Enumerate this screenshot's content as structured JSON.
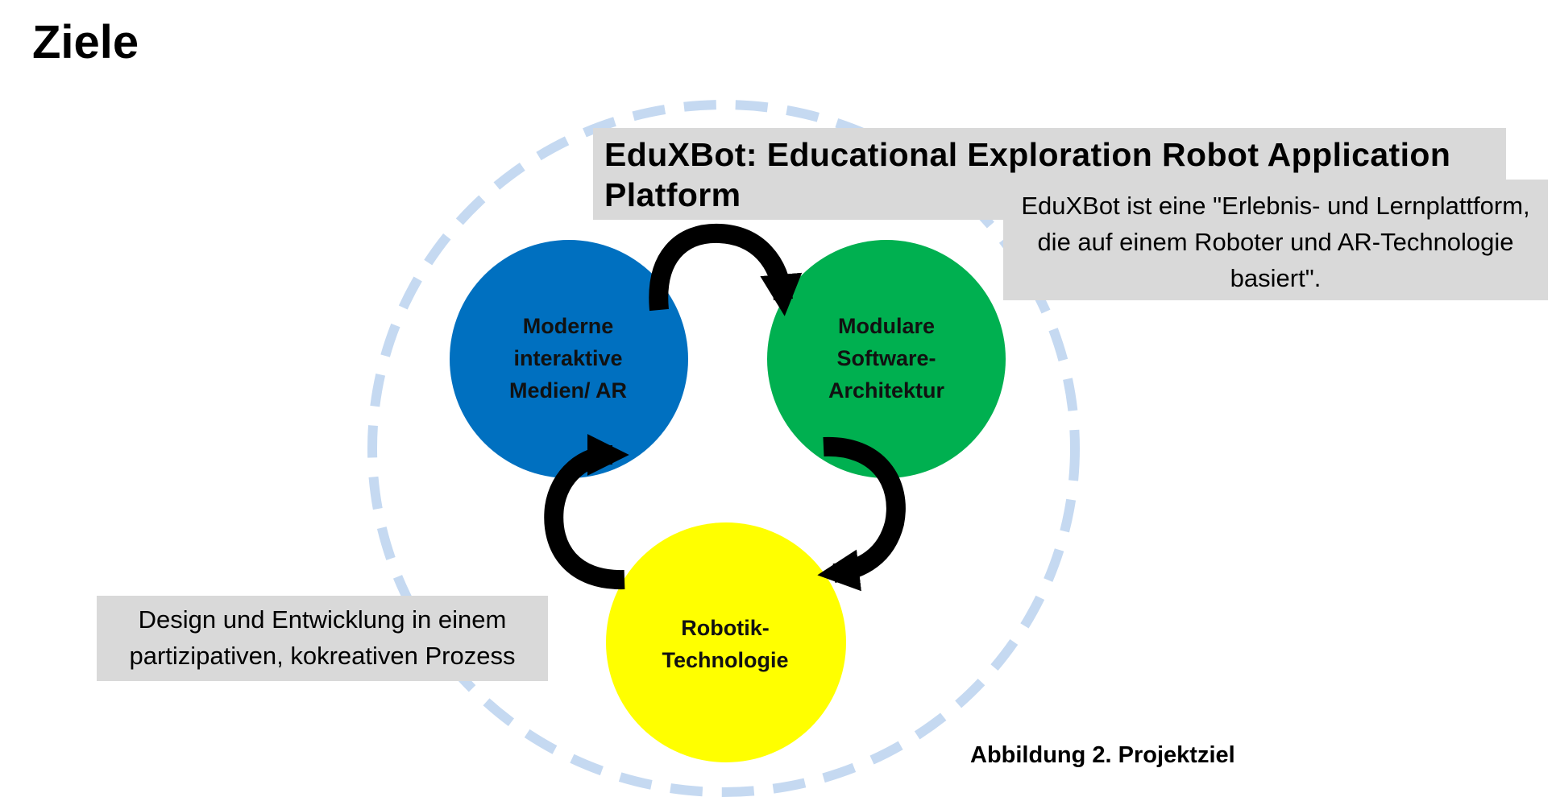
{
  "slide": {
    "title": "Ziele"
  },
  "project_box": {
    "title": "EduXBot: Educational Exploration Robot Application Platform"
  },
  "description_box": {
    "text": "EduXBot ist eine \"Erlebnis- und Lernplattform, die auf einem Roboter und AR-Technologie basiert\"."
  },
  "process_box": {
    "text": "Design und Entwicklung in einem partizipativen, kokreativen Prozess"
  },
  "circles": [
    {
      "label": "Moderne interaktive Medien/ AR",
      "color": "#0070c0"
    },
    {
      "label": "Modulare Software-Architektur",
      "color": "#00b050"
    },
    {
      "label": "Robotik-Technologie",
      "color": "#ffff00"
    }
  ],
  "outer_ring_color": "#c5d9f1",
  "arrow_color": "#000000",
  "caption": "Abbildung 2. Projektziel"
}
